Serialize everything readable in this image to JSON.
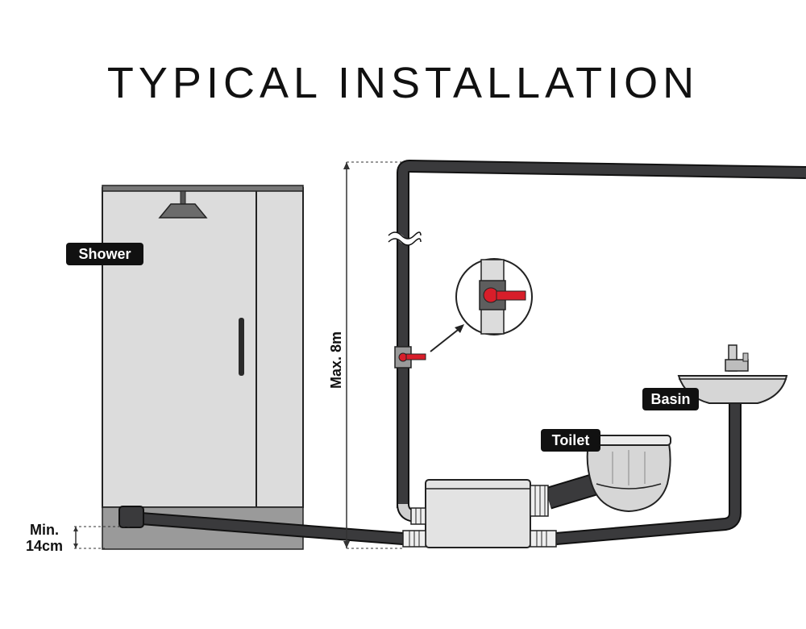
{
  "title": "TYPICAL INSTALLATION",
  "labels": {
    "shower": "Shower",
    "toilet": "Toilet",
    "basin": "Basin"
  },
  "dimensions": {
    "max_height": "Max. 8m",
    "min_height_line1": "Min.",
    "min_height_line2": "14cm"
  },
  "colors": {
    "pipe": "#3a3a3c",
    "pipe_outline": "#111111",
    "cabinet": "#dcdcdc",
    "valve_handle": "#d81e2a",
    "label_bg": "#111111",
    "floor_base": "#9a9a9a"
  }
}
